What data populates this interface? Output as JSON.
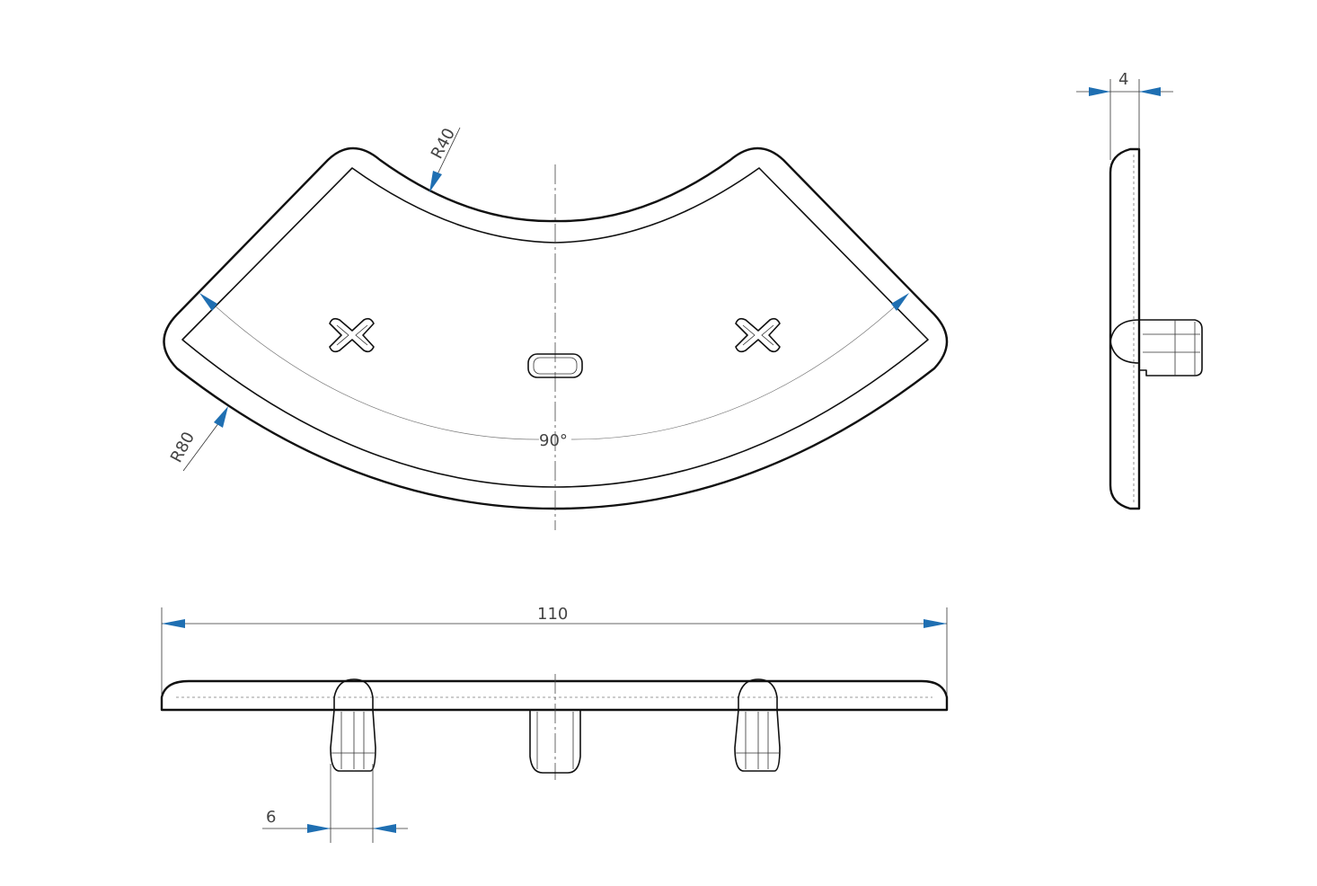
{
  "colors": {
    "line": "#111111",
    "dimension_line": "#333333",
    "arrow": "#1f6fb2",
    "text": "#444444",
    "background": "#ffffff"
  },
  "dimensions": {
    "inner_radius": "R40",
    "outer_radius": "R80",
    "angle": "90°",
    "overall_length": "110",
    "clip_width": "6",
    "thickness": "4"
  }
}
